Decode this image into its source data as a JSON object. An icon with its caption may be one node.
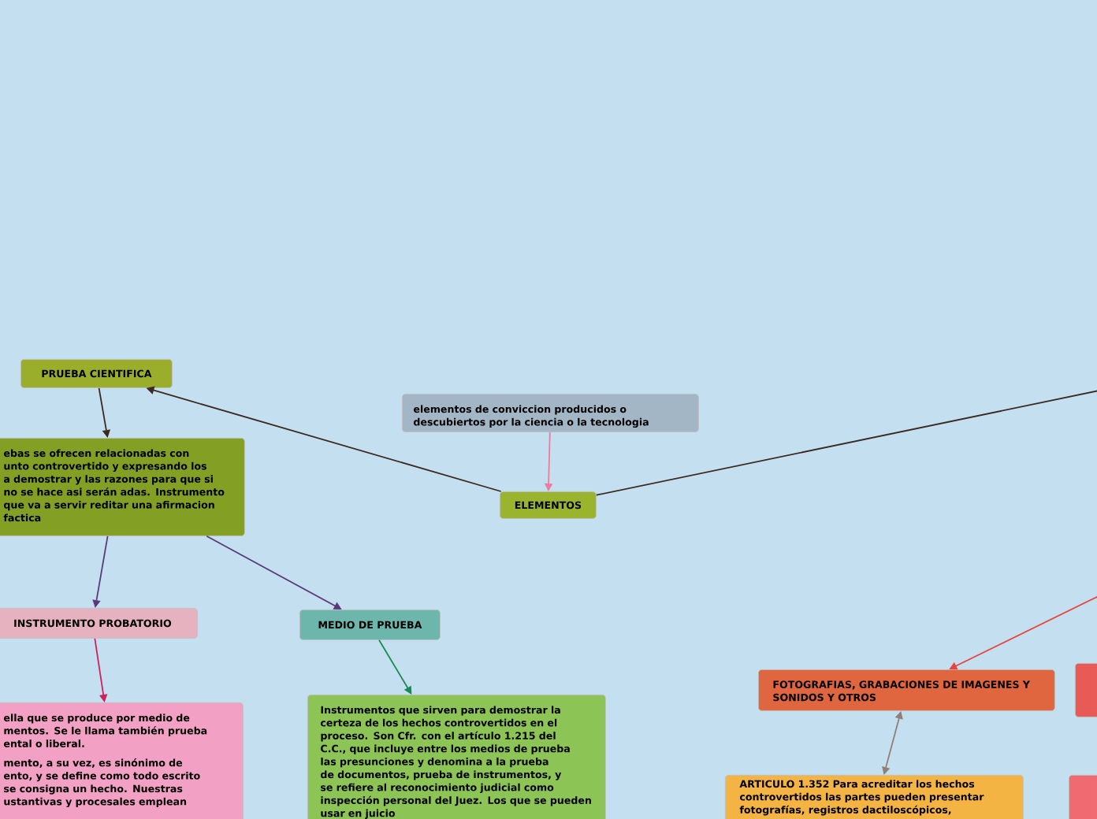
{
  "diagram": {
    "nodes": [
      {
        "text": [
          "PRUEBA CIENTIFICA"
        ]
      },
      {
        "text": [
          "ebas se ofrecen relacionadas con unto controvertido y expresando los a demostrar y las razones para que si no se hace asi serán adas. Instrumento que va a servir reditar una afirmacion factica"
        ]
      },
      {
        "text": [
          "elementos de conviccion producidos o descubiertos por la ciencia o la tecnologia"
        ]
      },
      {
        "text": [
          "ELEMENTOS"
        ]
      },
      {
        "text": [
          "INSTRUMENTO PROBATORIO"
        ]
      },
      {
        "text": [
          "MEDIO DE PRUEBA"
        ]
      },
      {
        "text": [
          "ella que se produce por medio de mentos. Se le llama también prueba ental o liberal.",
          "mento, a su vez, es sinónimo de ento, y se define como todo escrito se consigna un hecho. Nuestras ustantivas y procesales emplean"
        ]
      },
      {
        "text": [
          "Instrumentos que sirven para demostrar la certeza de los hechos controvertidos en el proceso. Son Cfr. con el artículo 1.215 del C.C., que incluye entre los medios de prueba las presunciones y denomina a la prueba de documentos, prueba de instrumentos, y se refiere al reconocimiento judicial como inspección personal del Juez. Los que se pueden usar en juicio"
        ]
      },
      {
        "text": [
          "FOTOGRAFIAS, GRABACIONES DE IMAGENES Y SONIDOS Y OTROS"
        ]
      },
      {
        "text": [],
        "shape": "box"
      },
      {
        "text": [
          "ARTICULO 1.352 Para acreditar los hechos controvertidos las partes pueden presentar fotografías, registros dactiloscópicos,"
        ]
      },
      {
        "text": [],
        "shape": "box"
      }
    ],
    "edges": [
      {
        "from": 3,
        "to": 0,
        "arrow": "to",
        "color": "#3a2a20"
      },
      {
        "from": 0,
        "to": 1,
        "arrow": "to",
        "color": "#3a2a20"
      },
      {
        "from": 2,
        "to": 3,
        "arrow": "to",
        "color": "#f07aa0"
      },
      {
        "from": 1,
        "to": 4,
        "arrow": "to",
        "color": "#5a3a78"
      },
      {
        "from": 1,
        "to": 5,
        "arrow": "to",
        "color": "#5a3a78"
      },
      {
        "from": 4,
        "to": 6,
        "arrow": "to",
        "color": "#d0205a"
      },
      {
        "from": 5,
        "to": 7,
        "arrow": "to",
        "color": "#1a8a50"
      },
      {
        "from": 3,
        "to": null,
        "arrow": "none",
        "color": "#3a2a20"
      },
      {
        "from": null,
        "to": 8,
        "arrow": "to",
        "color": "#e8463c"
      },
      {
        "from": 8,
        "to": 10,
        "arrow": "both",
        "color": "#908078"
      }
    ]
  }
}
